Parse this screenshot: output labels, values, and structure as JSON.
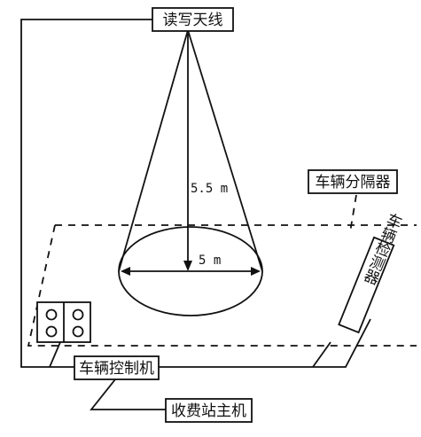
{
  "labels": {
    "antenna": "读写天线",
    "separator": "车辆分隔器",
    "detector": "车辆检测器",
    "controller": "车辆控制机",
    "host": "收费站主机"
  },
  "dimensions": {
    "height": "5.5 m",
    "diameter": "5 m"
  }
}
